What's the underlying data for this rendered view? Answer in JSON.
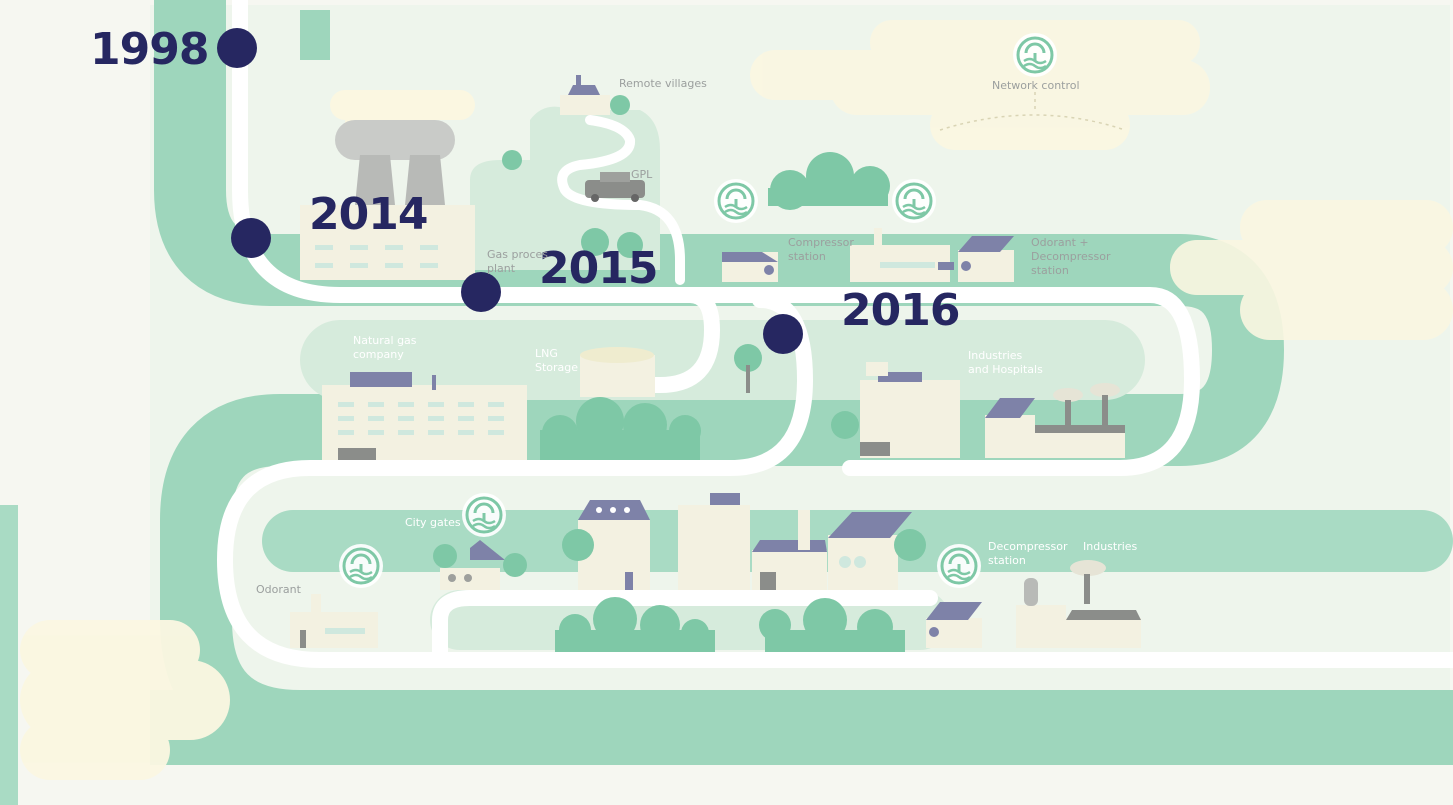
{
  "timeline": {
    "milestones": [
      {
        "year": "1998"
      },
      {
        "year": "2014"
      },
      {
        "year": "2015"
      },
      {
        "year": "2016"
      }
    ]
  },
  "labels": {
    "remote_villages": "Remote villages",
    "network_control": "Network control",
    "gpl": "GPL",
    "gas_processing_plant": "Gas proces\nplant",
    "compressor_station": "Compressor\nstation",
    "odorant_decompressor": "Odorant +\nDecompressor\nstation",
    "natural_gas_company": "Natural gas\ncompany",
    "lng_storage": "LNG\nStorage",
    "industries_hospitals": "Industries\nand Hospitals",
    "city_gates": "City gates",
    "odorant": "Odorant",
    "decompressor_station": "Decompressor\nstation",
    "industries": "Industries"
  },
  "colors": {
    "background": "#f6f7f1",
    "pipeline_green": "#9ed6bc",
    "pale_green": "#d6ebdc",
    "mint": "#a9dbc4",
    "road_white": "#ffffff",
    "tree_green": "#7ec8a6",
    "building_cream": "#f3f1e1",
    "roof_purple": "#7e82a8",
    "milestone_navy": "#262761",
    "cloud_cream": "#fbf7e1"
  },
  "icons": [
    "control-station-icon"
  ]
}
